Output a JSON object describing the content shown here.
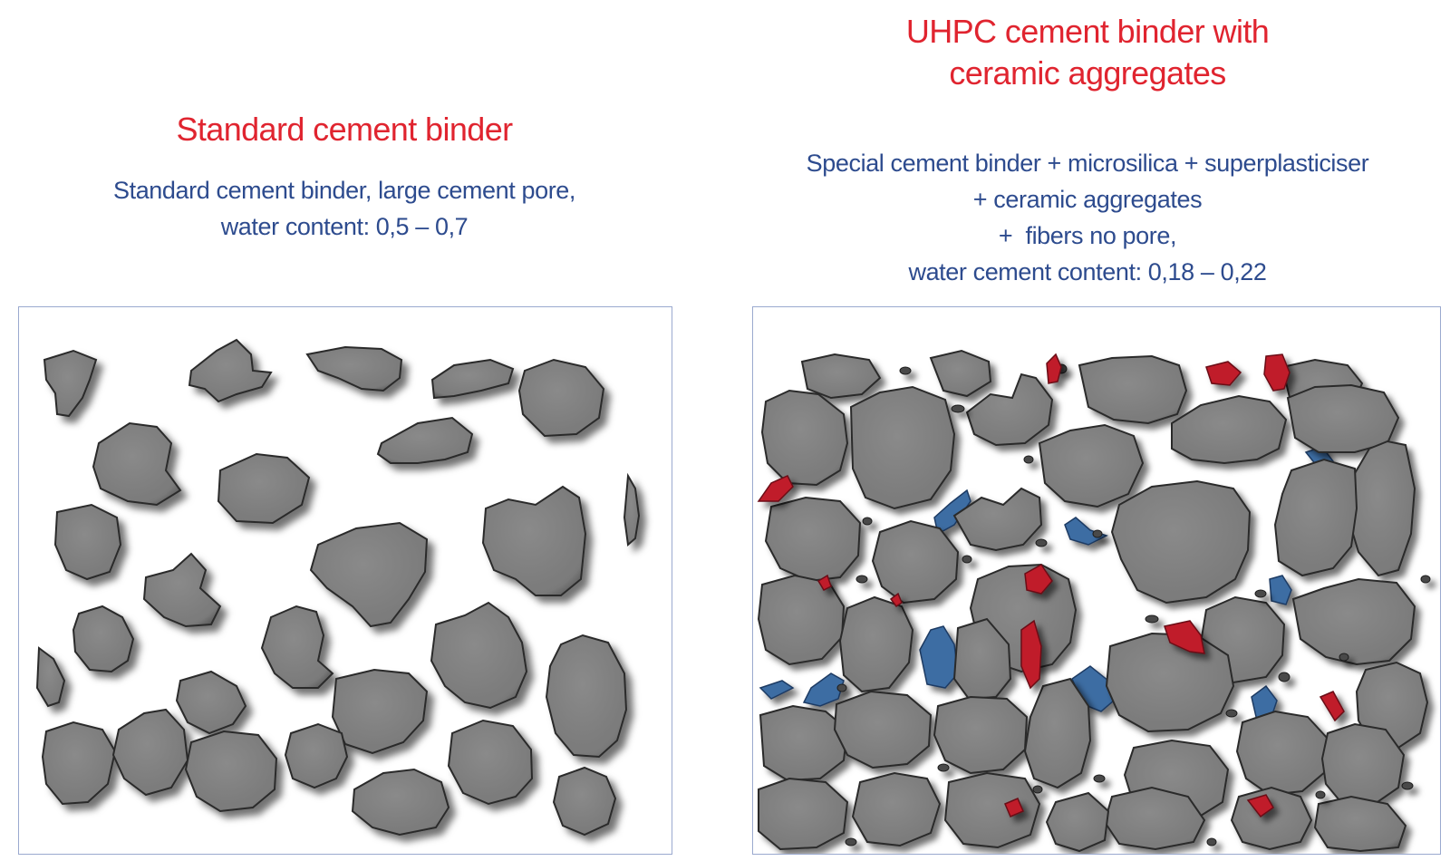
{
  "left": {
    "title": "Standard cement binder",
    "description_lines": [
      "Standard cement binder, large cement pore,",
      "water content: 0,5 – 0,7"
    ]
  },
  "right": {
    "title": "UHPC cement binder with\nceramic aggregates",
    "description_lines": [
      "Special cement binder + microsilica + superplasticiser",
      "+ ceramic aggregates",
      "+  fibers no pore,",
      "water cement content: 0,18 – 0,22"
    ]
  },
  "colors": {
    "title": "#e0242f",
    "description": "#2d4b8e",
    "aggregate": "#7a7a7a",
    "aggregate_outline": "#2b2b2b",
    "ceramic_aggregate": "#c01c2b",
    "microsilica": "#3d6da3",
    "panel_border": "#9aa9cf"
  }
}
